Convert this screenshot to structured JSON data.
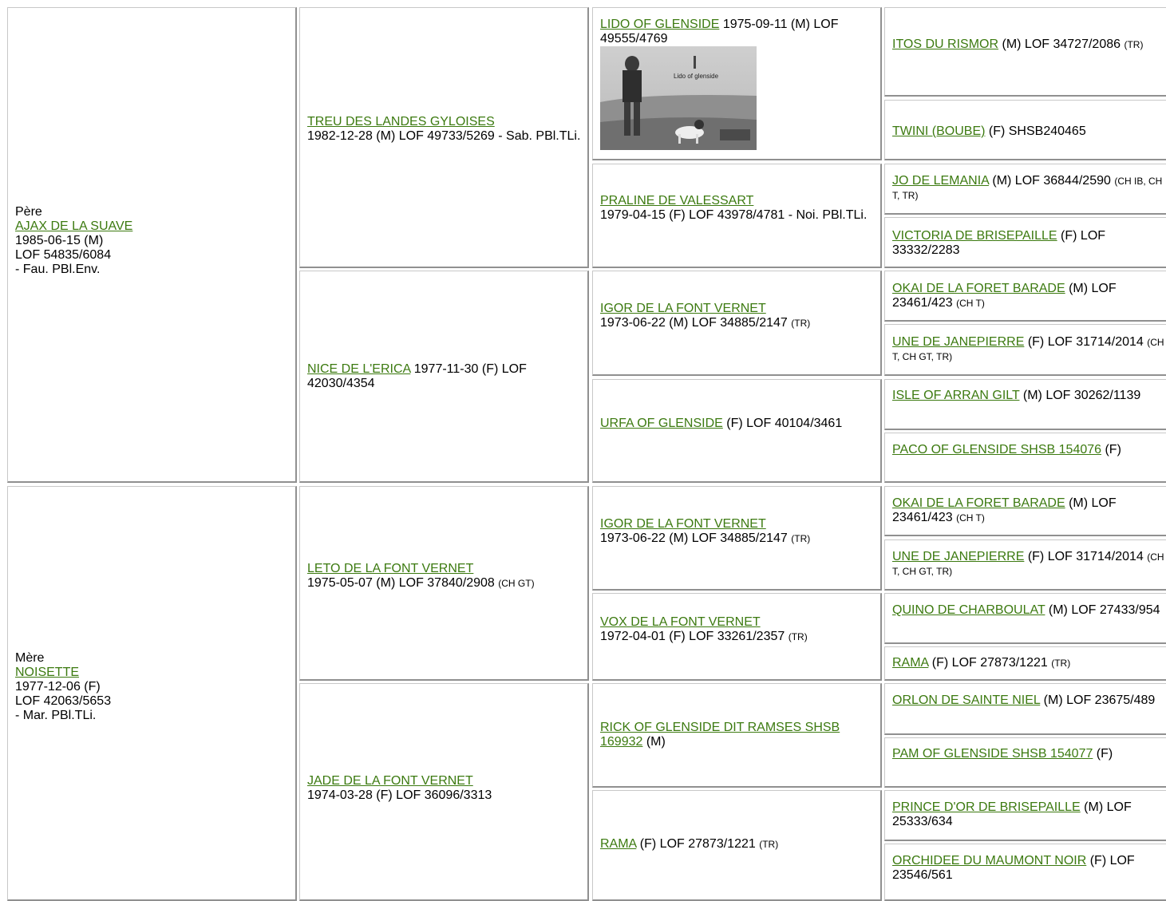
{
  "sire": {
    "role": "Père",
    "name": "AJAX DE LA SUAVE",
    "dob": "1985-06-15 (M)",
    "reg": "LOF 54835/6084",
    "coat": "- Fau. PBl.Env.",
    "sire": {
      "name": "TREU DES LANDES GYLOISES",
      "info": "1982-12-28 (M) LOF 49733/5269 - Sab. PBl.TLi.",
      "sire": {
        "name": "LIDO OF GLENSIDE",
        "info": " 1975-09-11 (M) LOF 49555/4769",
        "photo_caption": "Lido of glenside",
        "sire": {
          "name": "ITOS DU RISMOR",
          "info": " (M) LOF 34727/2086 ",
          "titles": "(TR)"
        },
        "dam": {
          "name": "TWINI (BOUBE)",
          "info": " (F) SHSB240465",
          "titles": ""
        }
      },
      "dam": {
        "name": "PRALINE DE VALESSART",
        "info": "1979-04-15 (F) LOF 43978/4781 - Noi. PBl.TLi.",
        "sire": {
          "name": "JO DE LEMANIA",
          "info": " (M) LOF 36844/2590 ",
          "titles": "(CH IB, CH T, TR)"
        },
        "dam": {
          "name": "VICTORIA DE BRISEPAILLE",
          "info": " (F) LOF 33332/2283",
          "titles": ""
        }
      }
    },
    "dam": {
      "name": "NICE DE L'ERICA",
      "info": " 1977-11-30 (F) LOF 42030/4354",
      "sire": {
        "name": "IGOR DE LA FONT VERNET",
        "info": "1973-06-22 (M) LOF 34885/2147 ",
        "titles": "(TR)",
        "sire": {
          "name": "OKAI DE LA FORET BARADE",
          "info": " (M) LOF 23461/423 ",
          "titles": "(CH T)"
        },
        "dam": {
          "name": "UNE DE JANEPIERRE",
          "info": " (F) LOF 31714/2014 ",
          "titles": "(CH T, CH GT, TR)"
        }
      },
      "dam": {
        "name": "URFA OF GLENSIDE",
        "info": " (F) LOF 40104/3461",
        "sire": {
          "name": "ISLE OF ARRAN GILT",
          "info": " (M) LOF 30262/1139",
          "titles": ""
        },
        "dam": {
          "name": "PACO OF GLENSIDE SHSB 154076",
          "info": " (F)",
          "titles": ""
        }
      }
    }
  },
  "dam": {
    "role": "Mère",
    "name": "NOISETTE",
    "dob": "1977-12-06 (F)",
    "reg": "LOF 42063/5653",
    "coat": "- Mar. PBl.TLi.",
    "sire": {
      "name": "LETO DE LA FONT VERNET",
      "info": "1975-05-07 (M) LOF 37840/2908 ",
      "titles": "(CH GT)",
      "sire": {
        "name": "IGOR DE LA FONT VERNET",
        "info": "1973-06-22 (M) LOF 34885/2147 ",
        "titles": "(TR)",
        "sire": {
          "name": "OKAI DE LA FORET BARADE",
          "info": " (M) LOF 23461/423 ",
          "titles": "(CH T)"
        },
        "dam": {
          "name": "UNE DE JANEPIERRE",
          "info": " (F) LOF 31714/2014 ",
          "titles": "(CH T, CH GT, TR)"
        }
      },
      "dam": {
        "name": "VOX DE LA FONT VERNET",
        "info": "1972-04-01 (F) LOF 33261/2357 ",
        "titles": "(TR)",
        "sire": {
          "name": "QUINO DE CHARBOULAT",
          "info": " (M) LOF 27433/954",
          "titles": ""
        },
        "dam": {
          "name": "RAMA",
          "info": " (F) LOF 27873/1221 ",
          "titles": "(TR)"
        }
      }
    },
    "dam": {
      "name": "JADE DE LA FONT VERNET",
      "info": "1974-03-28 (F) LOF 36096/3313",
      "sire": {
        "name": "RICK OF GLENSIDE DIT RAMSES SHSB 169932",
        "info": " (M)",
        "sire": {
          "name": "ORLON DE SAINTE NIEL",
          "info": " (M) LOF 23675/489",
          "titles": ""
        },
        "dam": {
          "name": "PAM OF GLENSIDE SHSB 154077",
          "info": " (F)",
          "titles": ""
        }
      },
      "dam": {
        "name": "RAMA",
        "info": " (F) LOF 27873/1221 ",
        "titles": "(TR)",
        "sire": {
          "name": "PRINCE D'OR DE BRISEPAILLE",
          "info": " (M) LOF 25333/634",
          "titles": ""
        },
        "dam": {
          "name": "ORCHIDEE DU MAUMONT NOIR",
          "info": " (F) LOF 23546/561",
          "titles": ""
        }
      }
    }
  }
}
